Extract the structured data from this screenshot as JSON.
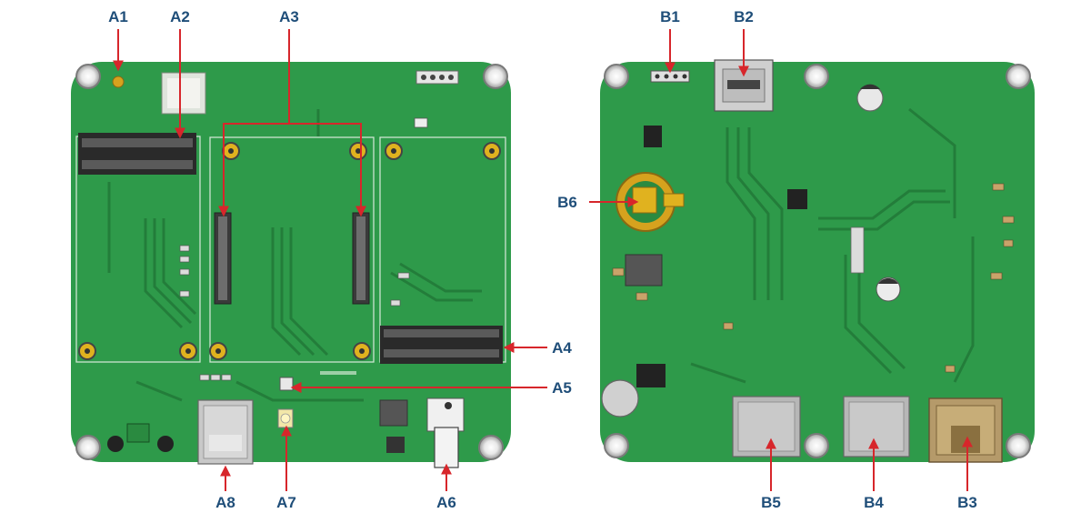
{
  "colors": {
    "pcb": "#2e9a4a",
    "pcb_dark": "#1f7a37",
    "trace": "#237f3c",
    "label": "#1f4e79",
    "callout": "#d7262b",
    "gold": "#d6a21e",
    "metal": "#b9b9b9"
  },
  "labels": {
    "a1": "A1",
    "a2": "A2",
    "a3": "A3",
    "a4": "A4",
    "a5": "A5",
    "a6": "A6",
    "a7": "A7",
    "a8": "A8",
    "b1": "B1",
    "b2": "B2",
    "b3": "B3",
    "b4": "B4",
    "b5": "B5",
    "b6": "B6"
  }
}
